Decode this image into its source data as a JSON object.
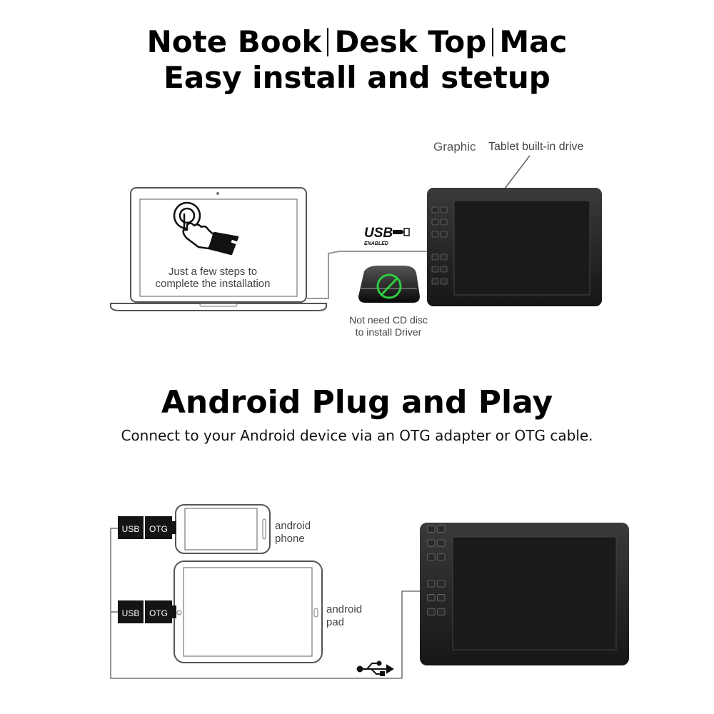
{
  "section1": {
    "title_parts": [
      "Note Book",
      "Desk Top",
      "Mac"
    ],
    "title_line2": "Easy install and stetup",
    "tablet_label_a": "Graphic",
    "tablet_label_b": "Tablet built-in drive",
    "laptop_text_1": "Just a few steps to",
    "laptop_text_2": "complete the installation",
    "usb_logo_main": "USB",
    "usb_logo_sub": "ENABLED",
    "cd_text_1": "Not need CD disc",
    "cd_text_2": "to install Driver"
  },
  "section2": {
    "title": "Android Plug and Play",
    "subtitle": "Connect to your Android device via an OTG adapter or OTG cable.",
    "adapter_usb": "USB",
    "adapter_otg": "OTG",
    "phone_label_1": "android",
    "phone_label_2": "phone",
    "pad_label_1": "android",
    "pad_label_2": "pad"
  },
  "icons": [
    "hand-tap-icon",
    "usb-symbol-icon",
    "no-cd-icon"
  ],
  "colors": {
    "tablet_body": "#1c1c1c",
    "no_cd_ring": "#2ecc40",
    "line": "#777777"
  }
}
